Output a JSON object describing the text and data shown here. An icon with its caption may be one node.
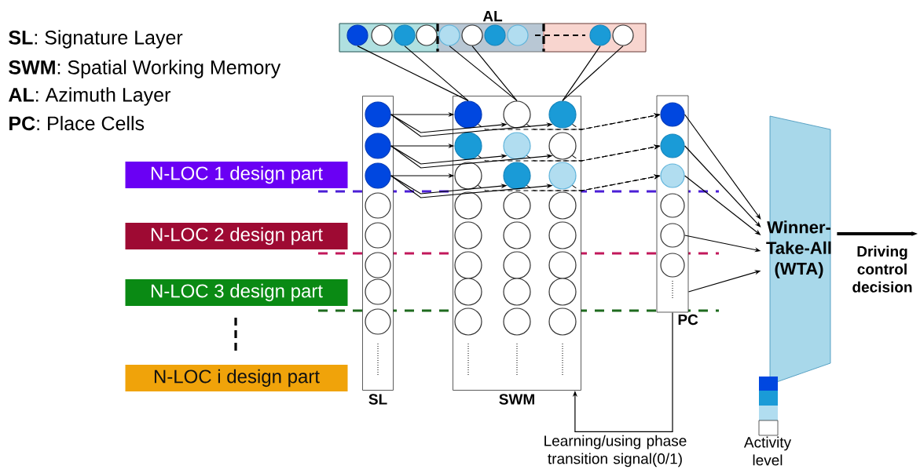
{
  "diagram": {
    "nodes": [
      {
        "text": [
          "AL"
        ]
      },
      {
        "text": [],
        "shape": "circle",
        "in": 0
      },
      {
        "text": [],
        "shape": "circle",
        "in": 0
      },
      {
        "text": [],
        "shape": "circle",
        "in": 0
      },
      {
        "text": [],
        "shape": "circle",
        "in": 0
      },
      {
        "text": [],
        "shape": "circle",
        "in": 0
      },
      {
        "text": [],
        "shape": "circle",
        "in": 0
      },
      {
        "text": [],
        "shape": "circle",
        "in": 0
      },
      {
        "text": [],
        "shape": "circle",
        "in": 0
      },
      {
        "text": [],
        "shape": "circle",
        "in": 0
      },
      {
        "text": [],
        "shape": "circle",
        "in": 0
      },
      {
        "text": [
          "SL"
        ]
      },
      {
        "text": [],
        "shape": "circle",
        "in": 11
      },
      {
        "text": [],
        "shape": "circle",
        "in": 11
      },
      {
        "text": [],
        "shape": "circle",
        "in": 11
      },
      {
        "text": [],
        "shape": "circle",
        "in": 11
      },
      {
        "text": [],
        "shape": "circle",
        "in": 11
      },
      {
        "text": [],
        "shape": "circle",
        "in": 11
      },
      {
        "text": [],
        "shape": "circle",
        "in": 11
      },
      {
        "text": [],
        "shape": "circle",
        "in": 11
      },
      {
        "text": [
          "SWM"
        ]
      },
      {
        "text": [],
        "shape": "circle",
        "in": 20
      },
      {
        "text": [],
        "shape": "circle",
        "in": 20
      },
      {
        "text": [],
        "shape": "circle",
        "in": 20
      },
      {
        "text": [],
        "shape": "circle",
        "in": 20
      },
      {
        "text": [],
        "shape": "circle",
        "in": 20
      },
      {
        "text": [],
        "shape": "circle",
        "in": 20
      },
      {
        "text": [],
        "shape": "circle",
        "in": 20
      },
      {
        "text": [],
        "shape": "circle",
        "in": 20
      },
      {
        "text": [],
        "shape": "circle",
        "in": 20
      },
      {
        "text": [],
        "shape": "circle",
        "in": 20
      },
      {
        "text": [],
        "shape": "circle",
        "in": 20
      },
      {
        "text": [],
        "shape": "circle",
        "in": 20
      },
      {
        "text": [],
        "shape": "circle",
        "in": 20
      },
      {
        "text": [],
        "shape": "circle",
        "in": 20
      },
      {
        "text": [],
        "shape": "circle",
        "in": 20
      },
      {
        "text": [],
        "shape": "circle",
        "in": 20
      },
      {
        "text": [],
        "shape": "circle",
        "in": 20
      },
      {
        "text": [],
        "shape": "circle",
        "in": 20
      },
      {
        "text": [],
        "shape": "circle",
        "in": 20
      },
      {
        "text": [],
        "shape": "circle",
        "in": 20
      },
      {
        "text": [],
        "shape": "circle",
        "in": 20
      },
      {
        "text": [],
        "shape": "circle",
        "in": 20
      },
      {
        "text": [],
        "shape": "circle",
        "in": 20
      },
      {
        "text": [],
        "shape": "circle",
        "in": 20
      },
      {
        "text": [
          "PC"
        ]
      },
      {
        "text": [],
        "shape": "circle",
        "in": 45
      },
      {
        "text": [],
        "shape": "circle",
        "in": 45
      },
      {
        "text": [],
        "shape": "circle",
        "in": 45
      },
      {
        "text": [],
        "shape": "circle",
        "in": 45
      },
      {
        "text": [],
        "shape": "circle",
        "in": 45
      },
      {
        "text": [],
        "shape": "circle",
        "in": 45
      },
      {
        "text": [
          "Winner-Take-All (WTA)"
        ]
      },
      {
        "text": [
          "N-LOC 1 design part"
        ]
      },
      {
        "text": [
          "N-LOC 2 design part"
        ]
      },
      {
        "text": [
          "N-LOC 3 design part"
        ]
      },
      {
        "text": [
          "N-LOC i design part"
        ]
      }
    ],
    "edges": [
      {
        "from": 1,
        "to": 21,
        "arrow": "none"
      },
      {
        "from": 3,
        "to": 21,
        "arrow": "none"
      },
      {
        "from": 5,
        "to": 22,
        "arrow": "none"
      },
      {
        "from": 6,
        "to": 22,
        "arrow": "none"
      },
      {
        "from": 9,
        "to": 23,
        "arrow": "none"
      },
      {
        "from": 10,
        "to": 23,
        "arrow": "none"
      },
      {
        "from": 12,
        "to": 21,
        "arrow": "to"
      },
      {
        "from": 12,
        "to": 22,
        "arrow": "to"
      },
      {
        "from": 12,
        "to": 23,
        "arrow": "to"
      },
      {
        "from": 13,
        "to": 24,
        "arrow": "to"
      },
      {
        "from": 13,
        "to": 25,
        "arrow": "to"
      },
      {
        "from": 13,
        "to": 26,
        "arrow": "to"
      },
      {
        "from": 14,
        "to": 27,
        "arrow": "to"
      },
      {
        "from": 14,
        "to": 28,
        "arrow": "to"
      },
      {
        "from": 14,
        "to": 29,
        "arrow": "to"
      },
      {
        "from": 21,
        "to": 46,
        "arrow": "to",
        "style": "dashed"
      },
      {
        "from": 22,
        "to": 46,
        "arrow": "to",
        "style": "dashed"
      },
      {
        "from": 23,
        "to": 46,
        "arrow": "to",
        "style": "dashed"
      },
      {
        "from": 24,
        "to": 47,
        "arrow": "to",
        "style": "dashed"
      },
      {
        "from": 25,
        "to": 47,
        "arrow": "to",
        "style": "dashed"
      },
      {
        "from": 26,
        "to": 47,
        "arrow": "to",
        "style": "dashed"
      },
      {
        "from": 27,
        "to": 48,
        "arrow": "to",
        "style": "dashed"
      },
      {
        "from": 28,
        "to": 48,
        "arrow": "to",
        "style": "dashed"
      },
      {
        "from": 29,
        "to": 48,
        "arrow": "to",
        "style": "dashed"
      },
      {
        "from": 46,
        "to": 52,
        "arrow": "to"
      },
      {
        "from": 47,
        "to": 52,
        "arrow": "to"
      },
      {
        "from": 48,
        "to": 52,
        "arrow": "to"
      },
      {
        "from": 50,
        "to": 52,
        "arrow": "to"
      },
      {
        "from": 45,
        "to": 52,
        "arrow": "to"
      },
      {
        "from": 52,
        "to": null,
        "arrow": "to",
        "style": "thick",
        "label": "Driving control decision"
      },
      {
        "from": 45,
        "to": 20,
        "arrow": "to",
        "label": "Learning/using phase transition signal(0/1)"
      }
    ],
    "labels": [
      "**SL**: Signature Layer",
      "**SWM**: Spatial Working Memory",
      "**AL**: Azimuth Layer",
      "**PC**: Place Cells",
      "Activity level"
    ]
  }
}
